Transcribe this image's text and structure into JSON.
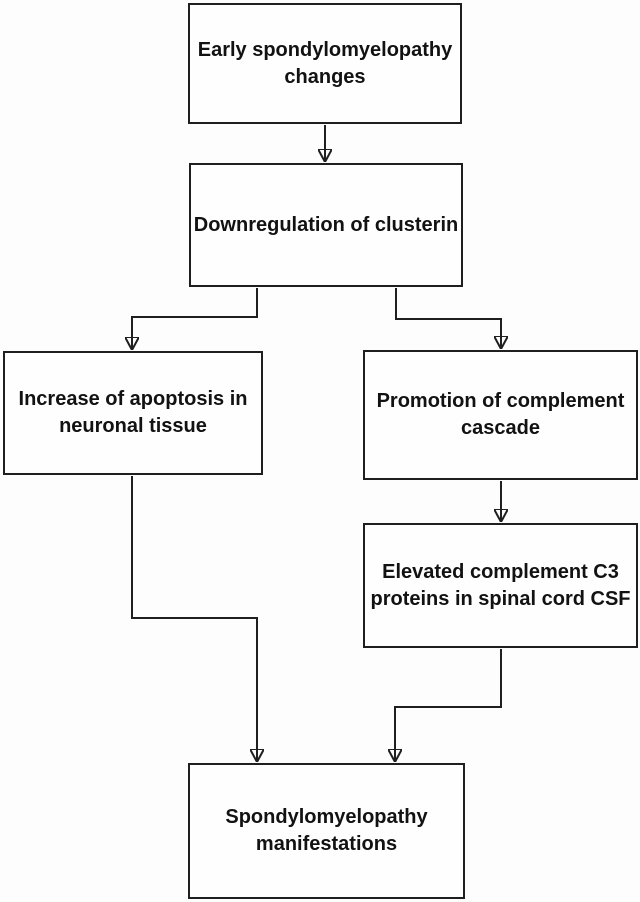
{
  "diagram": {
    "type": "flowchart",
    "background_color": "#fdfdfd",
    "box_fill_color": "#fefefe",
    "line_color": "#1f1f1f",
    "text_color": "#121212",
    "nodes": [
      {
        "id": "early",
        "label": "Early spondylomyelopathy\nchanges"
      },
      {
        "id": "clusterin",
        "label": "Downregulation of clusterin"
      },
      {
        "id": "apoptosis",
        "label": "Increase of apoptosis in\nneuronal tissue"
      },
      {
        "id": "complement",
        "label": "Promotion of complement\ncascade"
      },
      {
        "id": "c3",
        "label": "Elevated complement C3\nproteins in spinal cord CSF"
      },
      {
        "id": "manifestations",
        "label": "Spondylomyelopathy\nmanifestations"
      }
    ],
    "edges": [
      {
        "from": "early",
        "to": "clusterin"
      },
      {
        "from": "clusterin",
        "to": "apoptosis"
      },
      {
        "from": "clusterin",
        "to": "complement"
      },
      {
        "from": "complement",
        "to": "c3"
      },
      {
        "from": "c3",
        "to": "manifestations"
      },
      {
        "from": "apoptosis",
        "to": "manifestations"
      }
    ]
  }
}
